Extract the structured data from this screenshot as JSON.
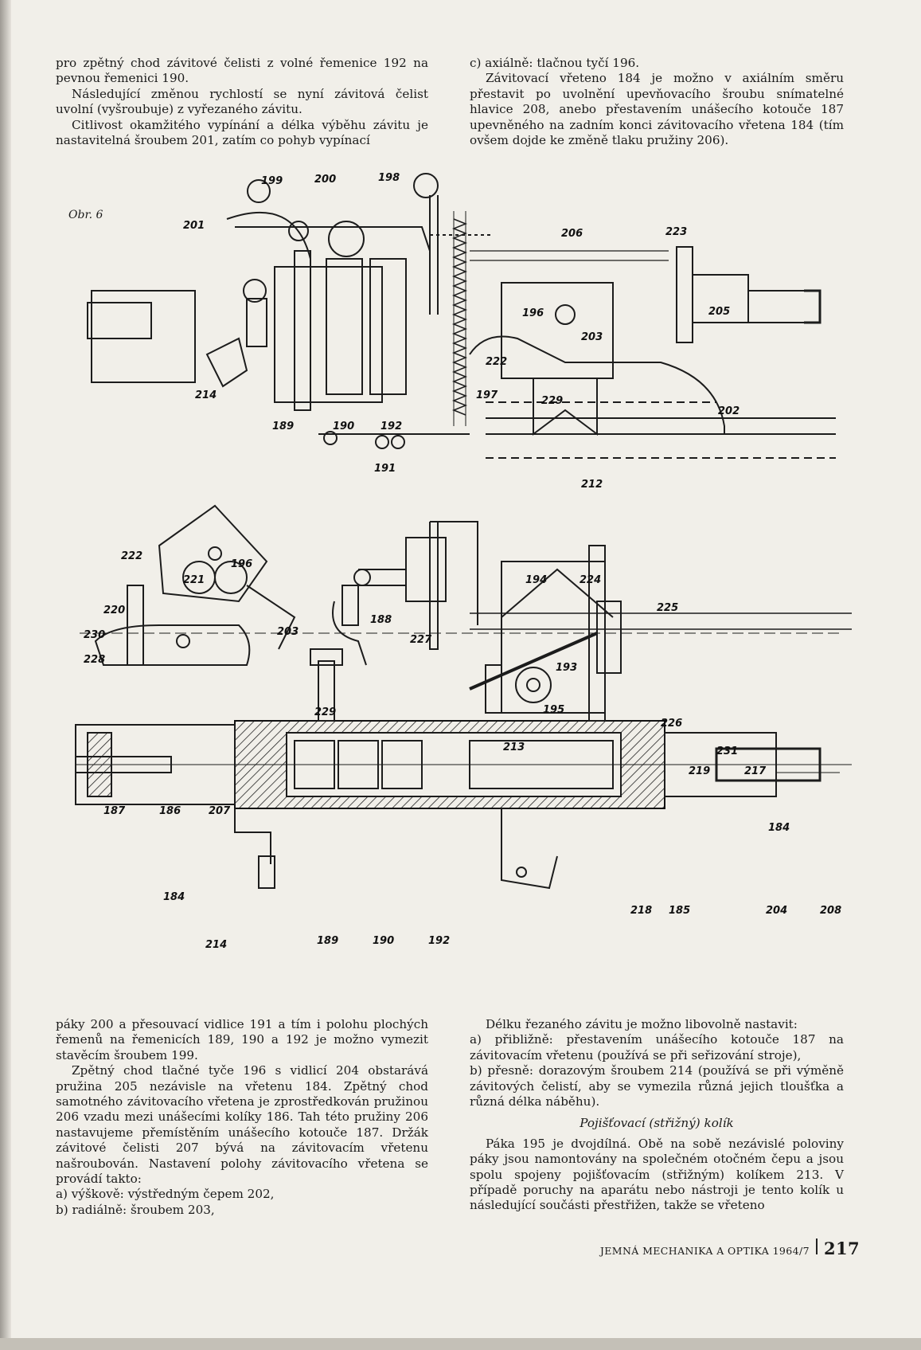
{
  "top_left": [
    "pro zpětný chod závitové čelisti z volné řemenice 192 na pevnou řemenici 190.",
    "Následující změnou rychlostí se nyní závitová čelist uvolní (vyšroubuje) z vyřezaného závitu.",
    "Citlivost okamžitého vypínání a délka výběhu závitu je nastavitelná šroubem 201, zatím co pohyb vypínací"
  ],
  "top_right": [
    "c) axiálně: tlačnou tyčí 196.",
    "Závitovací vřeteno 184 je možno v axiálním směru přestavit po uvolnění upevňovacího šroubu snímatelné hlavice 208, anebo přestavením unášecího kotouče 187 upevněného na zadním konci závitovacího vřetena 184 (tím ovšem dojde ke změně tlaku pružiny 206)."
  ],
  "figure": {
    "label": "Obr. 6",
    "callouts": [
      "199",
      "200",
      "198",
      "201",
      "206",
      "223",
      "205",
      "196",
      "203",
      "222",
      "214",
      "189",
      "190",
      "192",
      "197",
      "229",
      "202",
      "191",
      "212",
      "222",
      "221",
      "196",
      "220",
      "230",
      "203",
      "228",
      "229",
      "188",
      "227",
      "194",
      "224",
      "225",
      "193",
      "195",
      "213",
      "226",
      "219",
      "231",
      "217",
      "187",
      "186",
      "207",
      "184",
      "184",
      "214",
      "189",
      "190",
      "192",
      "218",
      "185",
      "204",
      "208"
    ]
  },
  "bottom_left": [
    "páky 200 a přesouvací vidlice 191 a tím i polohu plochých řemenů na řemenicích 189, 190 a 192 je možno vymezit stavěcím šroubem 199.",
    "Zpětný chod tlačné tyče 196 s vidlicí 204 obstarává pružina 205 nezávisle na vřetenu 184. Zpětný chod samotného závitovacího vřetena je zprostředkován pružinou 206 vzadu mezi unášecími kolíky 186. Tah této pružiny 206 nastavujeme přemístěním unášecího kotouče 187. Držák závitové čelisti 207 bývá na závitovacím vřetenu našroubován. Nastavení polohy závitovacího vřetena se provádí takto:",
    "a) výškově: výstředným čepem 202,",
    "b) radiálně: šroubem 203,"
  ],
  "bottom_right": {
    "intro": "Délku řezaného závitu je možno libovolně nastavit:",
    "item_a": "a) přibližně: přestavením unášecího kotouče 187 na závitovacím vřetenu (používá se při seřizování stroje),",
    "item_b": "b) přesně: dorazovým šroubem 214 (používá se při výměně závitových čelistí, aby se vymezila různá jejich tloušťka a různá délka náběhu).",
    "subheading": "Pojišťovací (střižný) kolík",
    "para": "Páka 195 je dvojdílná. Obě na sobě nezávislé poloviny páky jsou namontovány na společném otočném čepu a jsou spolu spojeny pojišťovacím (střižným) kolíkem 213. V případě poruchy na aparátu nebo nástroji je tento kolík u následující součásti přestřižen, takže se vřeteno"
  },
  "footer": {
    "journal": "JEMNÁ MECHANIKA A OPTIKA 1964/7",
    "page": "217"
  }
}
